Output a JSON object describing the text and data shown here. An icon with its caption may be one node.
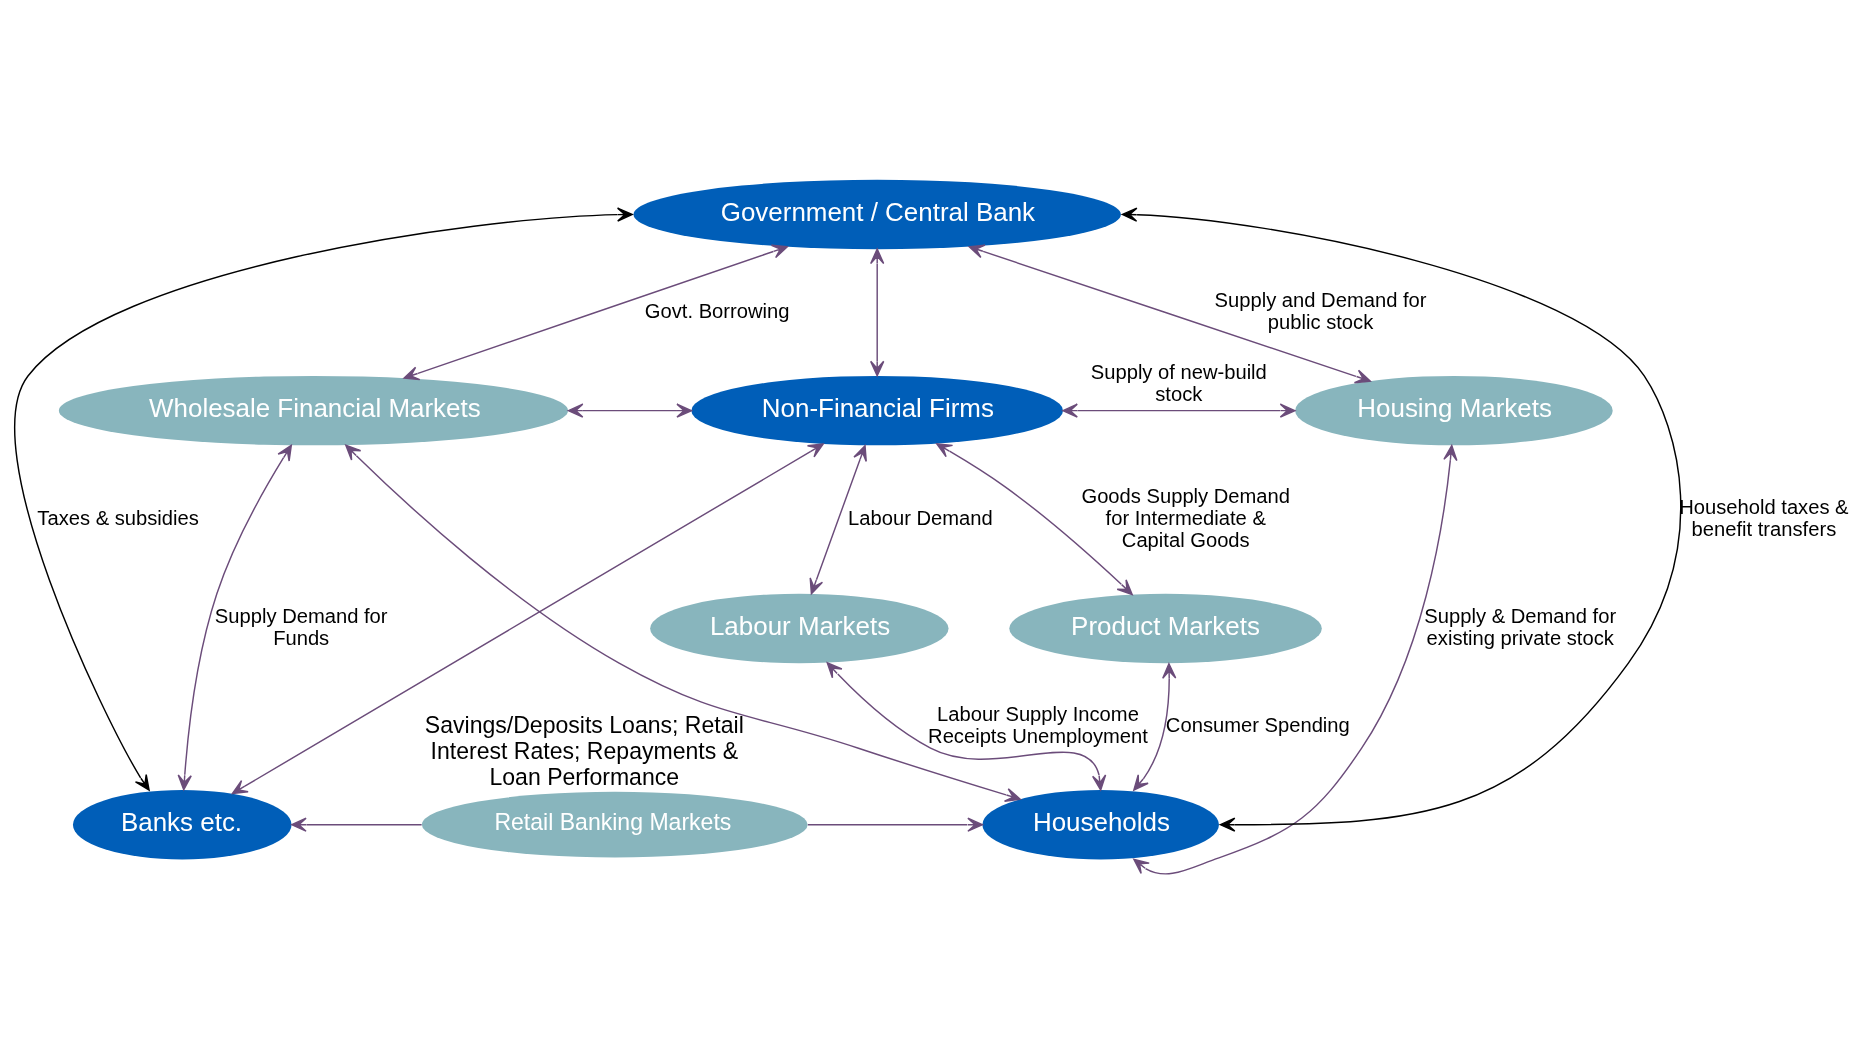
{
  "diagram": {
    "nodes": [
      {
        "text": [
          "Government / Central Bank"
        ]
      },
      {
        "text": [
          "Non-Financial Firms"
        ]
      },
      {
        "text": [
          "Wholesale Financial Markets"
        ]
      },
      {
        "text": [
          "Housing Markets"
        ]
      },
      {
        "text": [
          "Labour Markets"
        ]
      },
      {
        "text": [
          "Product Markets"
        ]
      },
      {
        "text": [
          "Banks etc."
        ]
      },
      {
        "text": [
          "Retail Banking Markets"
        ],
        "beside": [
          "Savings/Deposits Loans; Retail Interest Rates; Repayments & Loan Performance"
        ]
      },
      {
        "text": [
          "Households"
        ]
      }
    ],
    "edges": [
      {
        "from": 6,
        "to": 0,
        "arrow": "both",
        "label": "Taxes & subsidies",
        "color": "#000000"
      },
      {
        "from": 8,
        "to": 0,
        "arrow": "both",
        "label": "Household taxes & benefit transfers",
        "color": "#000000"
      },
      {
        "from": 0,
        "to": 3,
        "arrow": "both",
        "label": "Supply and Demand for public stock"
      },
      {
        "from": 0,
        "to": 1,
        "arrow": "both"
      },
      {
        "from": 0,
        "to": 2,
        "arrow": "both",
        "label": "Govt. Borrowing"
      },
      {
        "from": 2,
        "to": 1,
        "arrow": "both"
      },
      {
        "from": 1,
        "to": 3,
        "arrow": "both",
        "label": "Supply of new-build stock"
      },
      {
        "from": 1,
        "to": 4,
        "arrow": "both",
        "label": "Labour Demand"
      },
      {
        "from": 1,
        "to": 5,
        "arrow": "both",
        "label": "Goods Supply Demand for Intermediate & Capital Goods"
      },
      {
        "from": 1,
        "to": 6,
        "arrow": "both"
      },
      {
        "from": 2,
        "to": 8,
        "arrow": "both"
      },
      {
        "from": 2,
        "to": 6,
        "arrow": "both",
        "label": "Supply Demand for Funds"
      },
      {
        "from": 4,
        "to": 8,
        "arrow": "both",
        "label": "Labour Supply Income Receipts Unemployment"
      },
      {
        "from": 5,
        "to": 8,
        "arrow": "both",
        "label": "Consumer Spending"
      },
      {
        "from": 3,
        "to": 8,
        "arrow": "both",
        "label": "Supply & Demand for existing private stock"
      },
      {
        "from": 7,
        "to": 6,
        "arrow": "to"
      },
      {
        "from": 7,
        "to": 8,
        "arrow": "to"
      }
    ]
  }
}
